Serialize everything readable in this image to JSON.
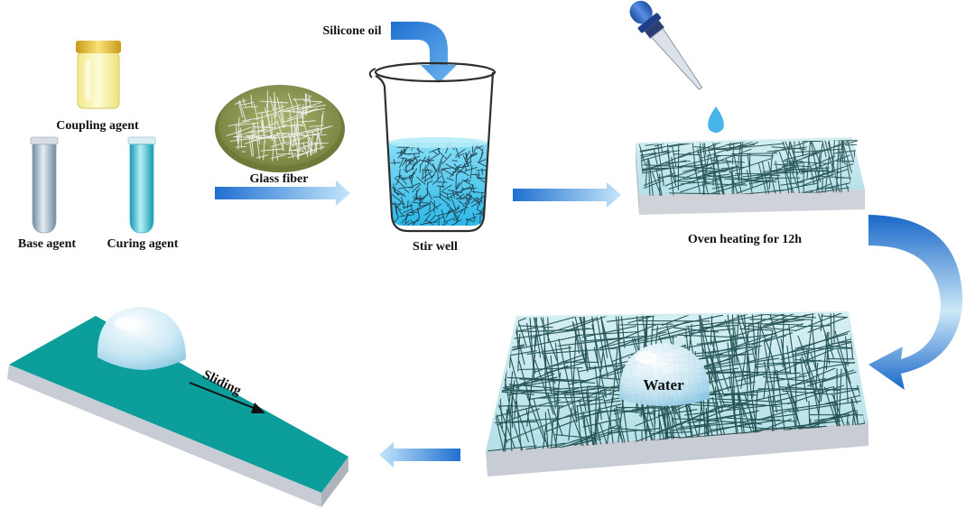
{
  "labels": {
    "coupling_agent": "Coupling agent",
    "base_agent": "Base agent",
    "curing_agent": "Curing agent",
    "glass_fiber": "Glass fiber",
    "silicone_oil": "Silicone oil",
    "stir_well": "Stir well",
    "oven_heating": "Oven heating for 12h",
    "water": "Water",
    "sliding": "Sliding"
  },
  "colors": {
    "arrow_dark": "#1f6fd1",
    "arrow_light": "#d4ecfb",
    "coupling_liquid": "#f6f0a0",
    "coupling_cap": "#e2bf2e",
    "base_agent_liquid": "#8fa9bd",
    "curing_agent_liquid": "#2fb3c7",
    "beaker_liquid": "#3fc6ee",
    "fiber": "#1b4a4a",
    "dish": "#8e9a58",
    "film": "#c4e8ee",
    "substrate": "#c8ccd4",
    "sliding_surface": "#0c9e9a",
    "droplet": "#cfeaf6"
  }
}
